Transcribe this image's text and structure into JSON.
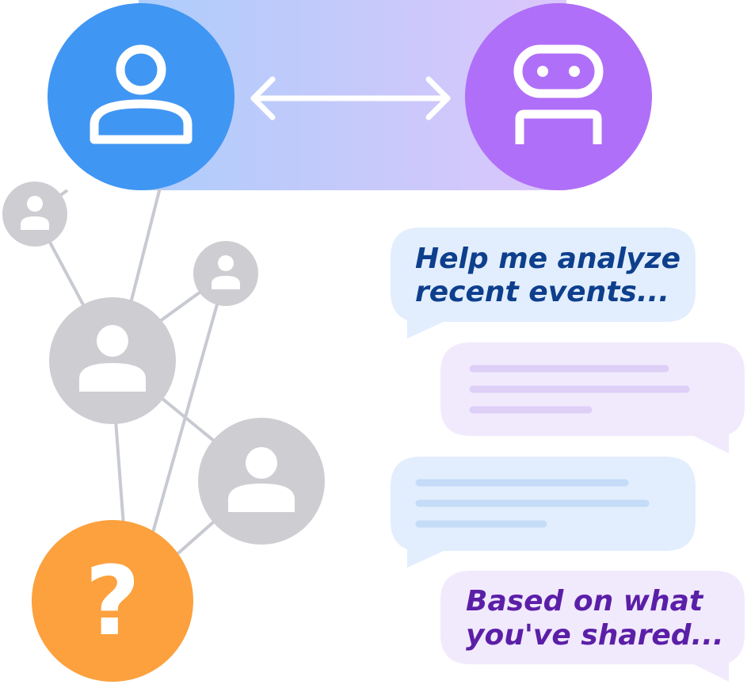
{
  "colors": {
    "user_blue": "#4096f3",
    "bot_purple": "#b06ff8",
    "question_orange": "#fca13e",
    "network_gray": "#cecdd2",
    "edge_gray": "#c7cad1",
    "user_bubble": "#e2eefd",
    "bot_bubble": "#f1eafd",
    "user_text": "#0e3f8d",
    "bot_text": "#5b1fa7",
    "placeholder_blue": "#c4dcf8",
    "placeholder_purple": "#ddcff6"
  },
  "icons": {
    "user": "person-icon",
    "bot": "robot-icon",
    "exchange": "double-arrow-icon",
    "unknown": "question-mark-icon"
  },
  "question_symbol": "?",
  "chat": {
    "user_message_1": {
      "line1": "Help me analyze",
      "line2": "recent events..."
    },
    "bot_reply_1": "placeholder",
    "user_message_2": "placeholder",
    "bot_reply_2": {
      "line1": "Based on what",
      "line2": "you've shared..."
    }
  }
}
